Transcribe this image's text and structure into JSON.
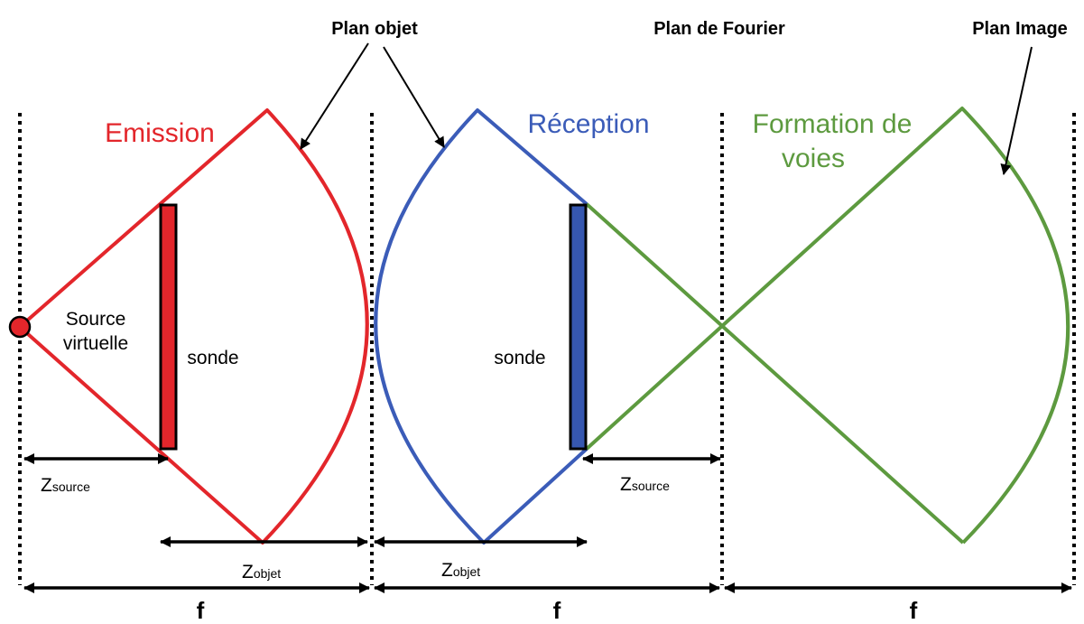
{
  "planes": {
    "objet": "Plan objet",
    "fourier": "Plan de Fourier",
    "image": "Plan Image"
  },
  "phases": {
    "emission": "Emission",
    "reception": "Réception",
    "formation_line1": "Formation de",
    "formation_line2": "voies"
  },
  "labels": {
    "source_line1": "Source",
    "source_line2": "virtuelle",
    "sonde_left": "sonde",
    "sonde_right": "sonde"
  },
  "dimensions": {
    "z_letter": "Z",
    "source_sub": "source",
    "objet_sub": "objet",
    "f": "f"
  },
  "colors": {
    "emission": "#e3262b",
    "reception": "#3b5cb8",
    "formation": "#5d9a3f",
    "probe_emission": "#e3262b",
    "probe_reception": "#3657b0"
  }
}
